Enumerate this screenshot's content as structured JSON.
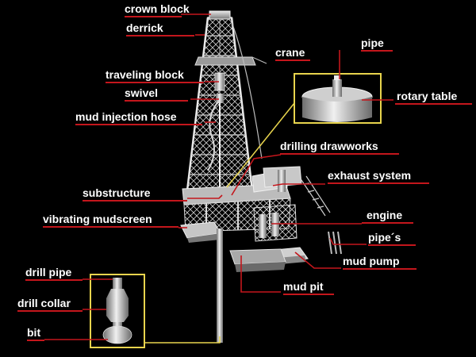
{
  "labels": {
    "crown_block": "crown block",
    "derrick": "derrick",
    "crane": "crane",
    "pipe": "pipe",
    "rotary_table": "rotary table",
    "traveling_block": "traveling block",
    "swivel": "swivel",
    "mud_injection_hose": "mud injection hose",
    "drilling_drawworks": "drilling drawworks",
    "exhaust_system": "exhaust system",
    "substructure": "substructure",
    "engine": "engine",
    "vibrating_mudscreen": "vibrating mudscreen",
    "pipes": "pipe´s",
    "mud_pump": "mud pump",
    "drill_pipe": "drill pipe",
    "mud_pit": "mud pit",
    "drill_collar": "drill collar",
    "bit": "bit"
  },
  "colors": {
    "background": "#000000",
    "label_text": "#ffffff",
    "leader_line": "#c4161c",
    "inset_frame": "#e8d44d",
    "structure_light": "#d9d9d9",
    "structure_dark": "#7a7a7a"
  }
}
